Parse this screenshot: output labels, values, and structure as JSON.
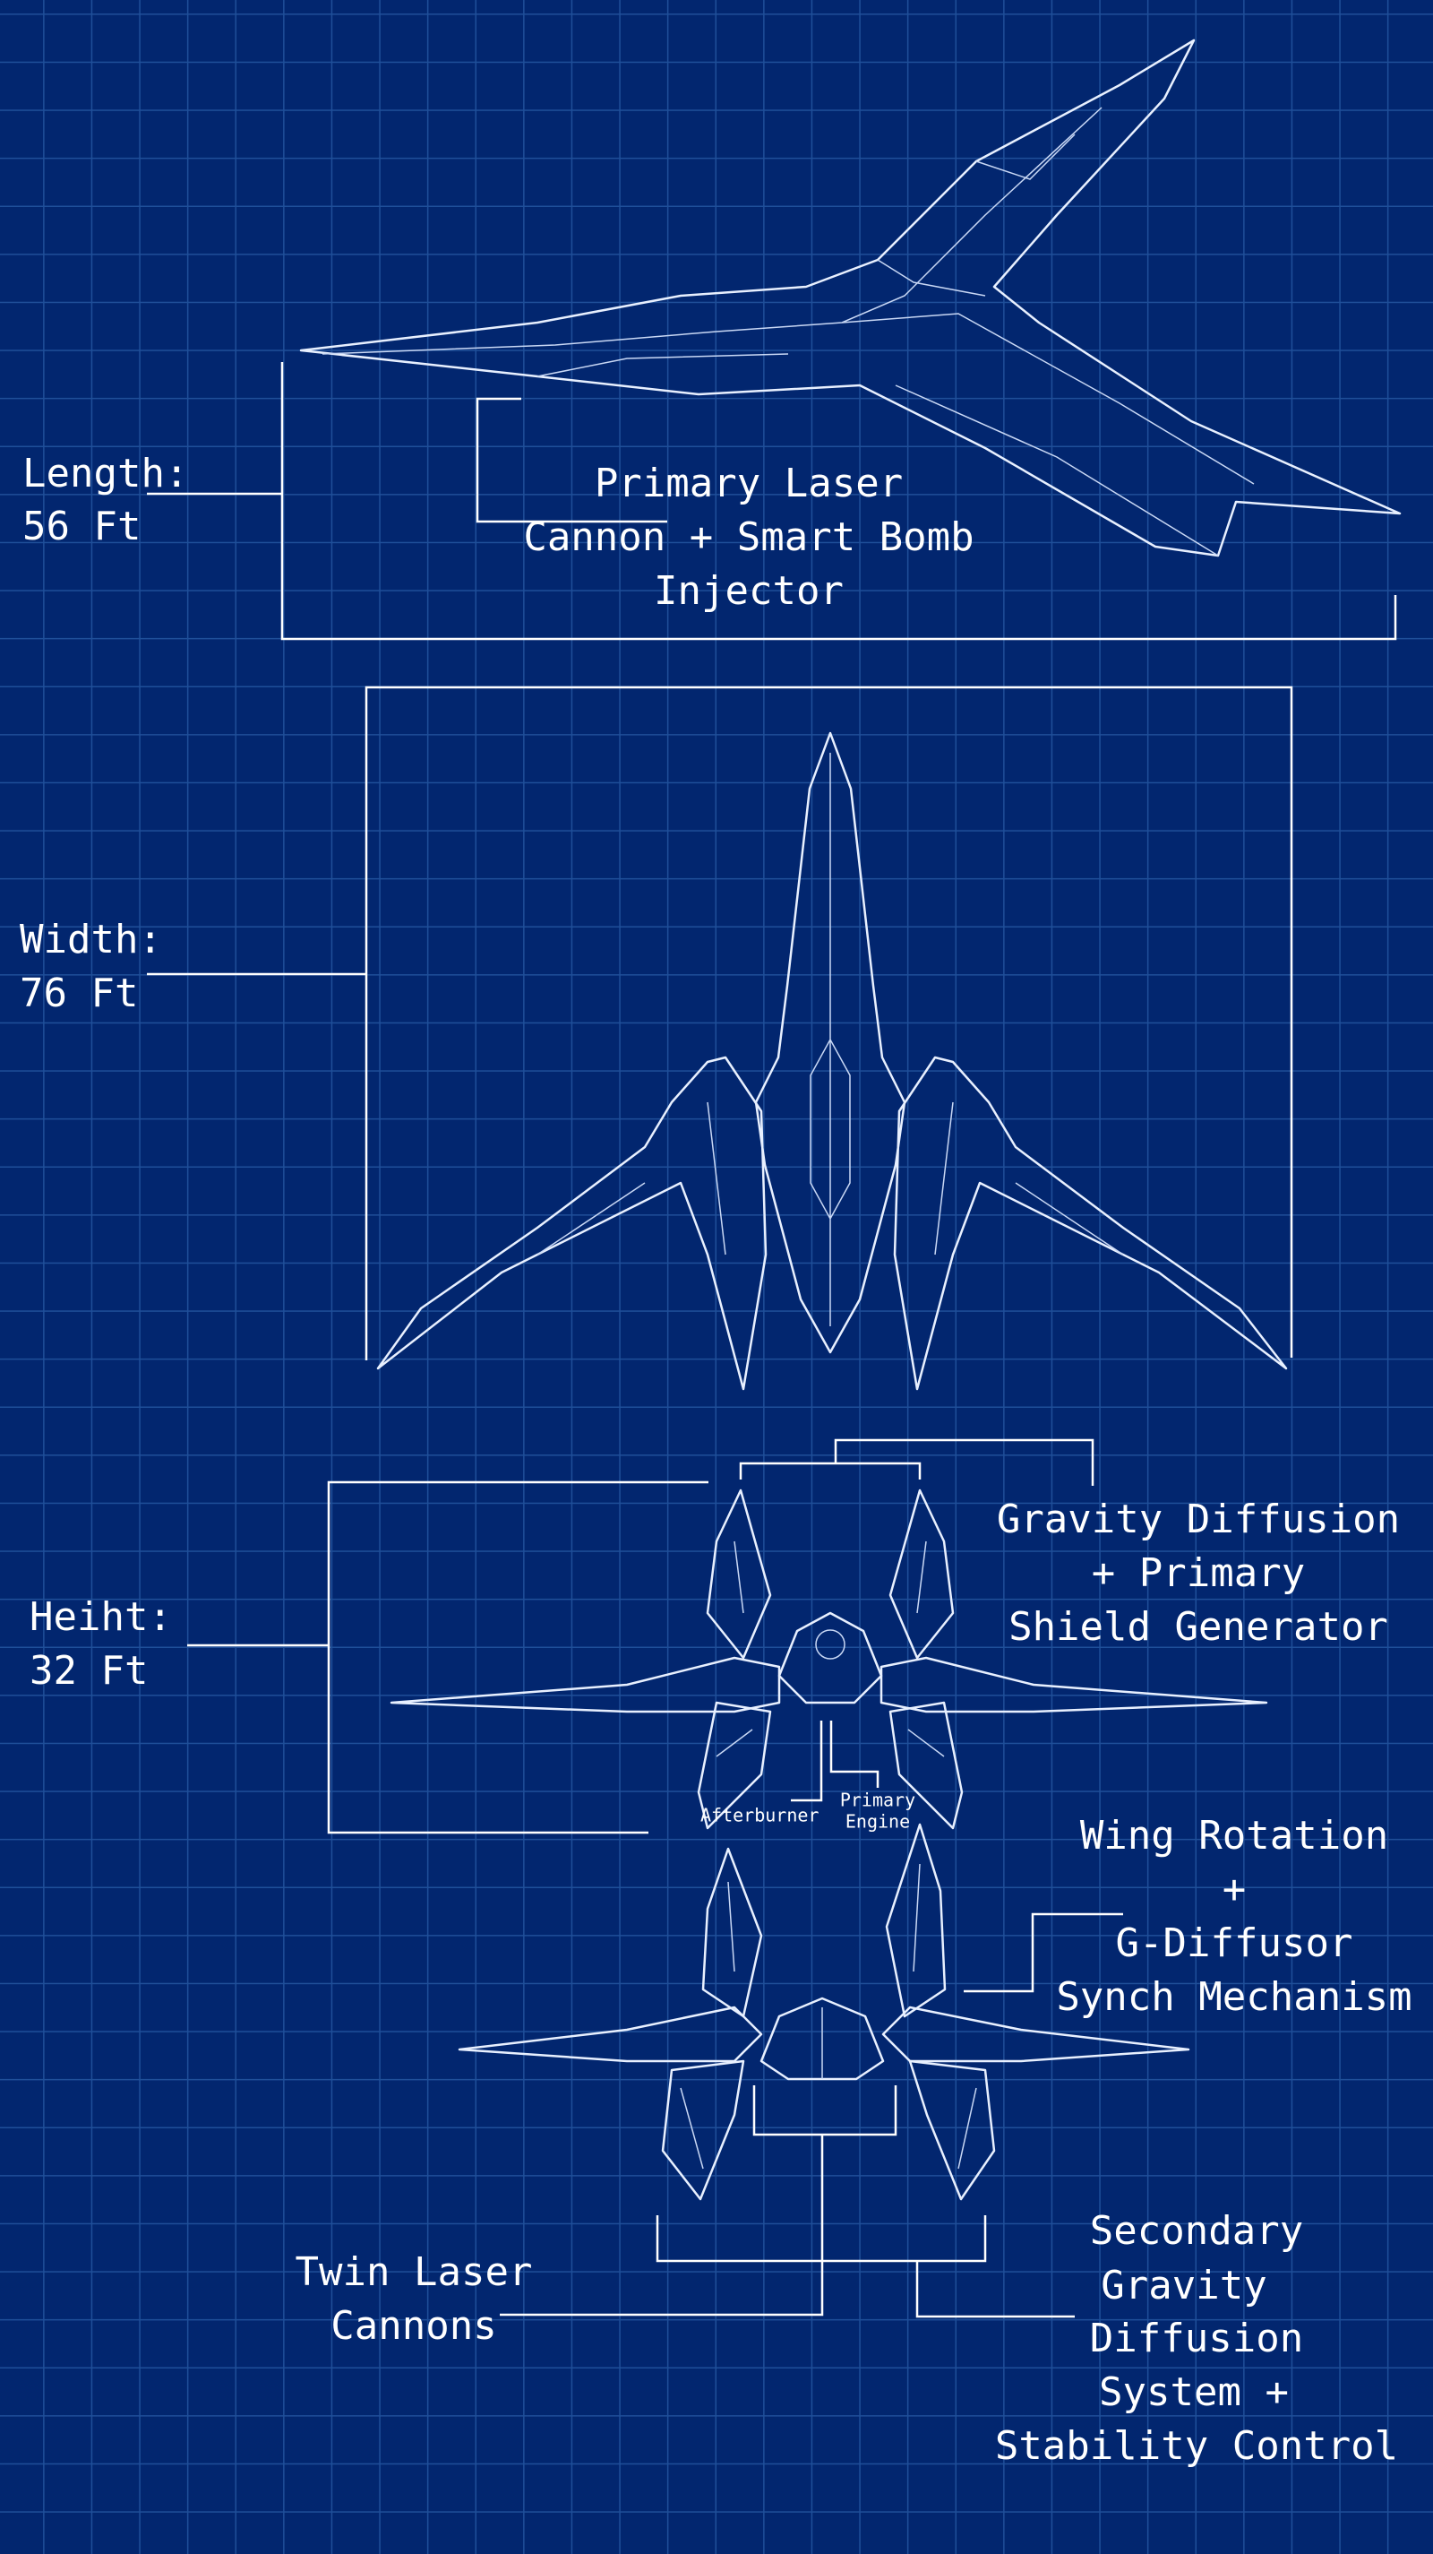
{
  "colors": {
    "background": "#02266f",
    "grid": "#1f4f99",
    "ink": "#ffffff"
  },
  "side_view": {
    "dimension_label": "Length:",
    "dimension_value": "56 Ft",
    "callout": [
      "Primary Laser",
      "Cannon + Smart Bomb",
      "Injector"
    ]
  },
  "top_view": {
    "dimension_label": "Width:",
    "dimension_value": "76 Ft"
  },
  "rear_view": {
    "dimension_label": "Heiht:",
    "dimension_value": "32 Ft",
    "callout": [
      "Gravity Diffusion",
      "+ Primary",
      "Shield Generator"
    ],
    "afterburner": "Afterburner",
    "primary_engine": [
      "Primary",
      "Engine"
    ]
  },
  "front_view": {
    "wing_callout": [
      "Wing Rotation",
      "+",
      "G-Diffusor",
      "Synch Mechanism"
    ],
    "cannons_callout": [
      "Twin Laser",
      "Cannons"
    ],
    "secondary_callout": [
      "Secondary",
      "Gravity",
      "Diffusion",
      "System +",
      "Stability Control"
    ]
  }
}
